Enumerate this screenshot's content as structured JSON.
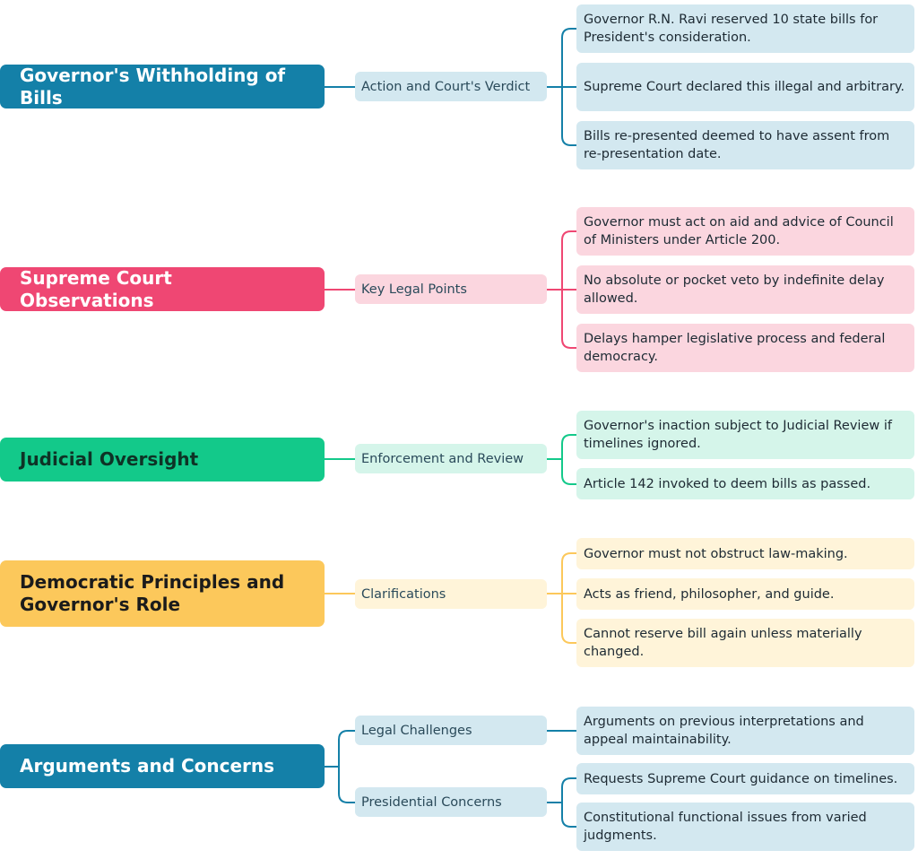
{
  "colors": {
    "blue": "#1480a8",
    "pink": "#ef4773",
    "green": "#13c98a",
    "yellow": "#fcc85b",
    "blue_light": "#d3e8f0",
    "pink_light": "#fbd6df",
    "green_light": "#d5f5ea",
    "yellow_light": "#fff4d9"
  },
  "branches": [
    {
      "title": "Governor's Withholding of Bills",
      "color": "blue",
      "children": [
        {
          "label": "Action and Court's Verdict",
          "leaves": [
            "Governor R.N. Ravi reserved 10 state bills for President's consideration.",
            "Supreme Court declared this illegal and arbitrary.",
            "Bills re-presented deemed to have assent from re-presentation date."
          ]
        }
      ]
    },
    {
      "title": "Supreme Court Observations",
      "color": "pink",
      "children": [
        {
          "label": "Key Legal Points",
          "leaves": [
            "Governor must act on aid and advice of Council of Ministers under Article 200.",
            "No absolute or pocket veto by indefinite delay allowed.",
            "Delays hamper legislative process and federal democracy."
          ]
        }
      ]
    },
    {
      "title": "Judicial Oversight",
      "color": "green",
      "children": [
        {
          "label": "Enforcement and Review",
          "leaves": [
            "Governor's inaction subject to Judicial Review if timelines ignored.",
            "Article 142 invoked to deem bills as passed."
          ]
        }
      ]
    },
    {
      "title": "Democratic Principles and Governor's Role",
      "color": "yellow",
      "children": [
        {
          "label": "Clarifications",
          "leaves": [
            "Governor must not obstruct law-making.",
            "Acts as friend, philosopher, and guide.",
            "Cannot reserve bill again unless materially changed."
          ]
        }
      ]
    },
    {
      "title": "Arguments and Concerns",
      "color": "blue",
      "children": [
        {
          "label": "Legal Challenges",
          "leaves": [
            "Arguments on previous interpretations and appeal maintainability."
          ]
        },
        {
          "label": "Presidential Concerns",
          "leaves": [
            "Requests Supreme Court guidance on timelines.",
            "Constitutional functional issues from varied judgments."
          ]
        }
      ]
    }
  ]
}
